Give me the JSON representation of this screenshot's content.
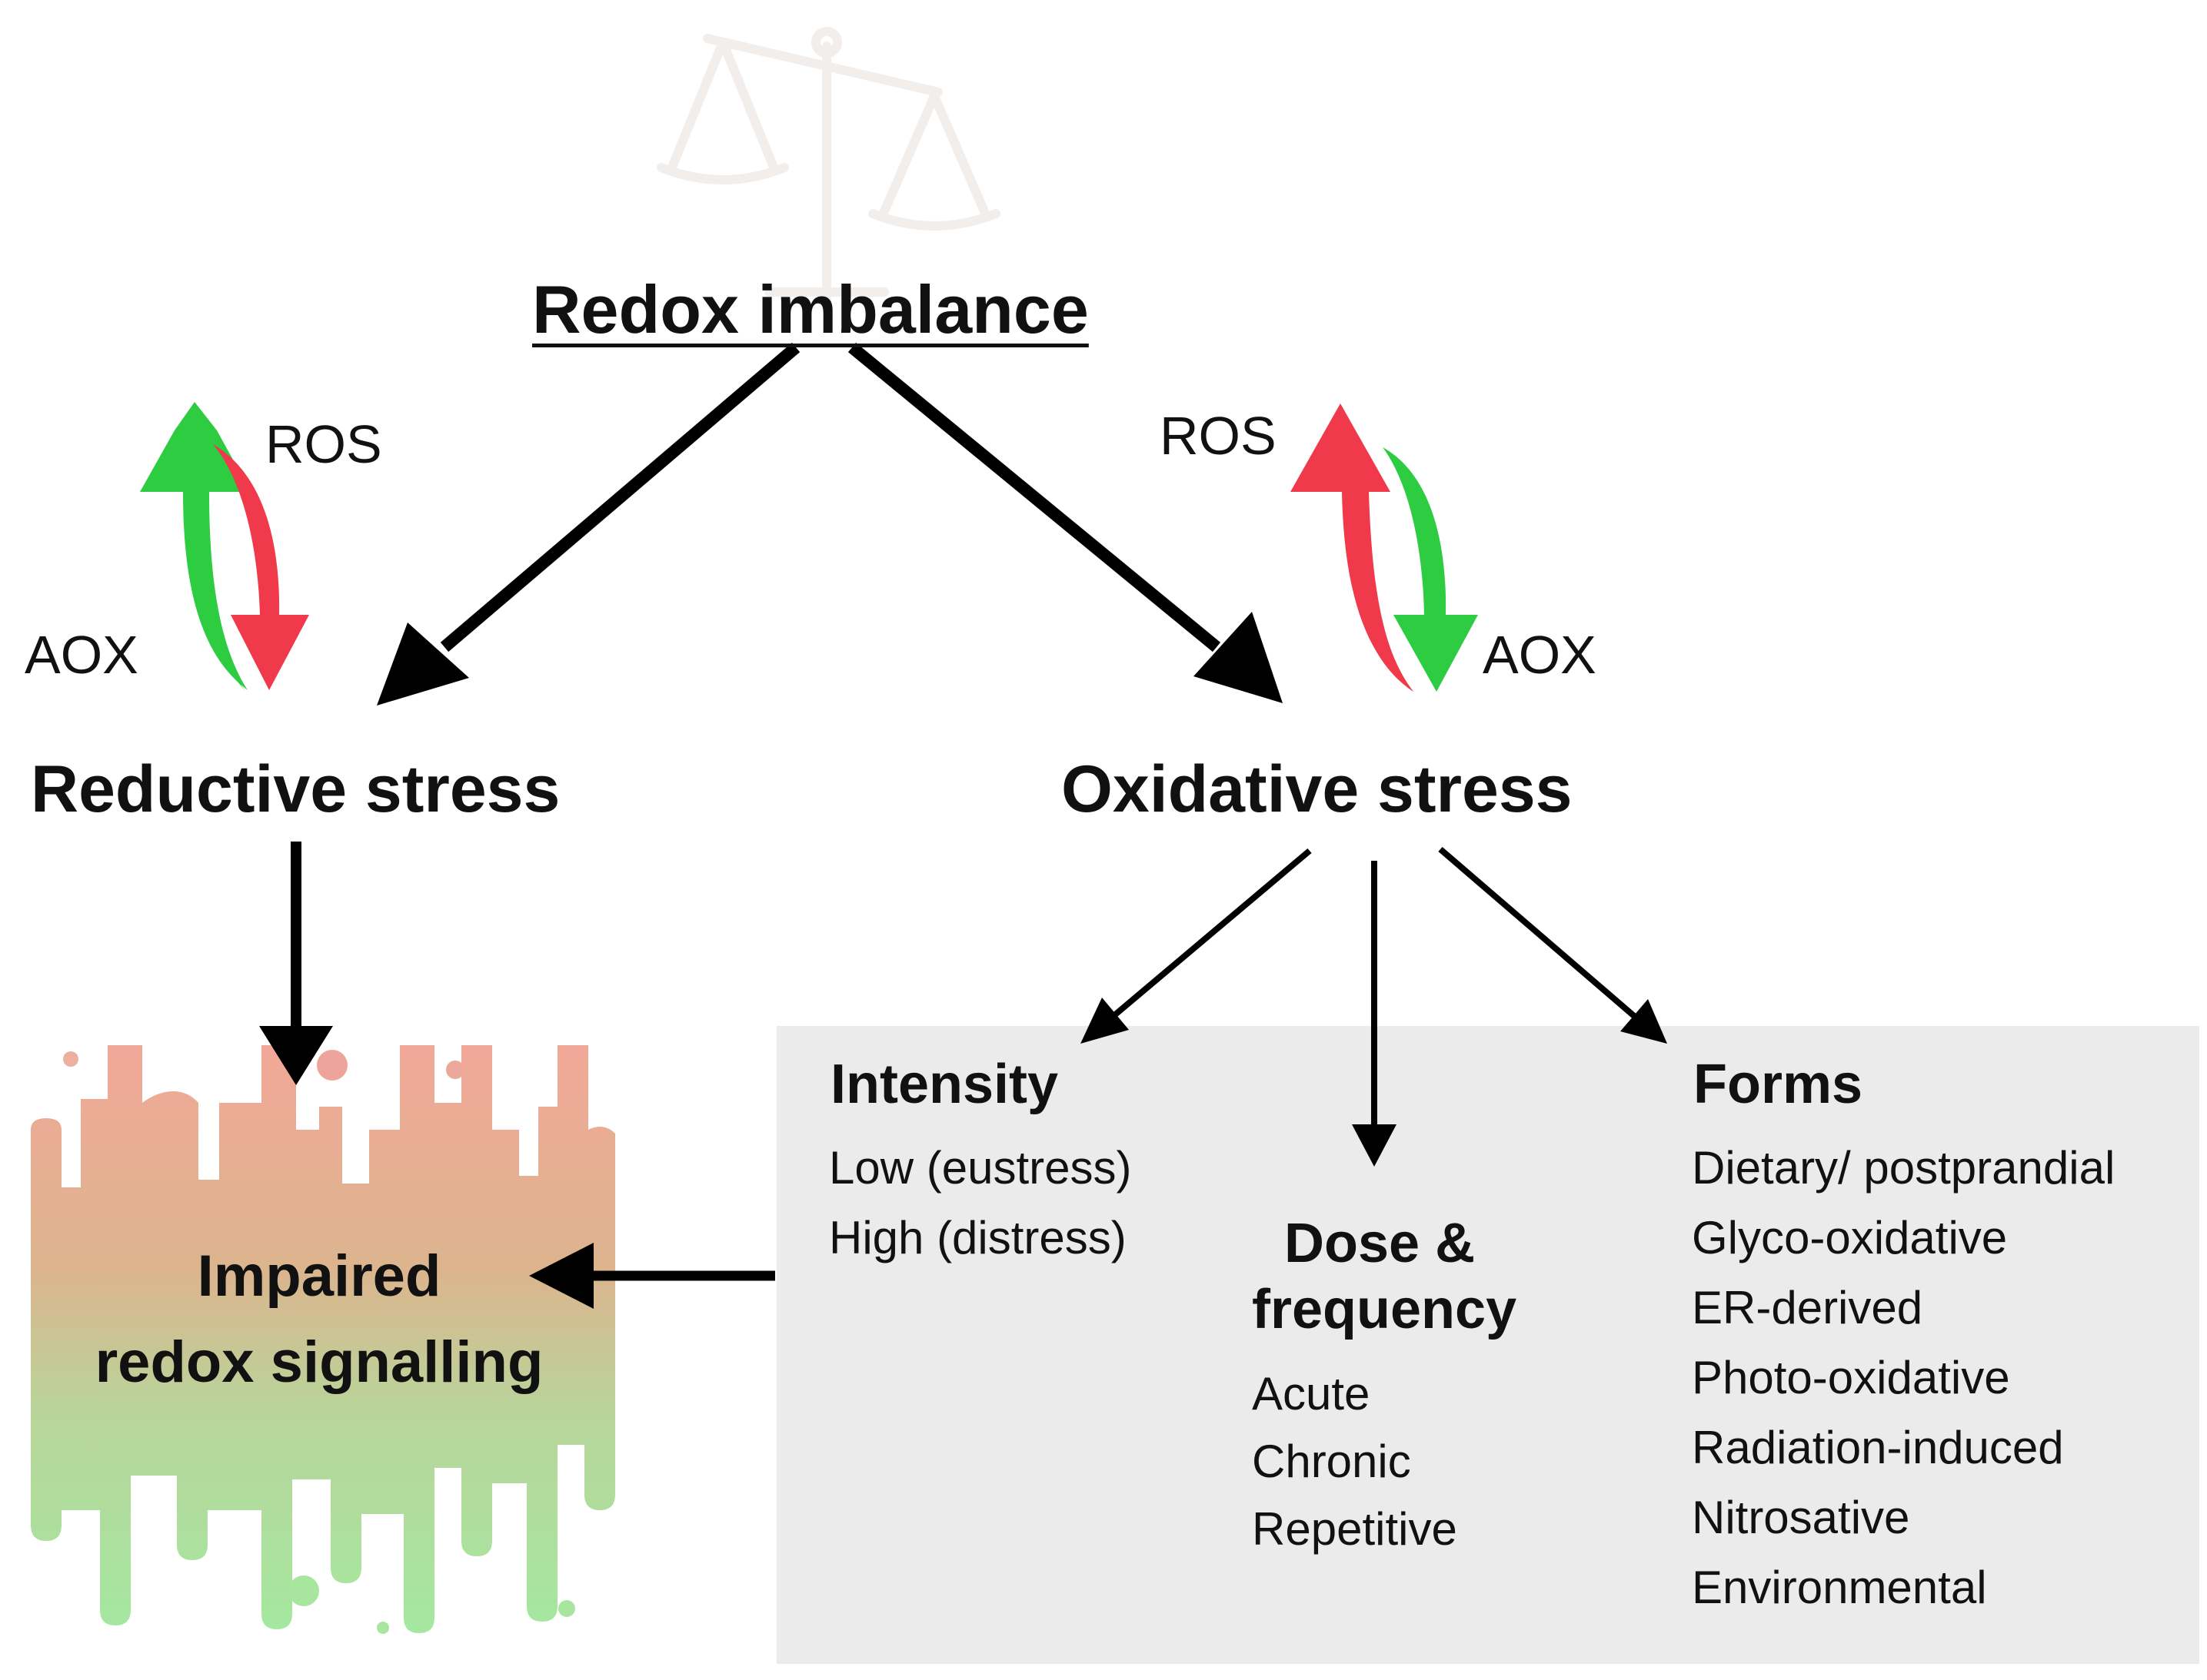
{
  "title": "Redox imbalance",
  "left_labels": {
    "ros": "ROS",
    "aox": "AOX"
  },
  "right_labels": {
    "ros": "ROS",
    "aox": "AOX"
  },
  "reductive_stress": "Reductive stress",
  "oxidative_stress": "Oxidative stress",
  "impaired": {
    "line1": "Impaired",
    "line2": "redox signalling"
  },
  "intensity": {
    "heading": "Intensity",
    "items": [
      "Low (eustress)",
      "High (distress)"
    ]
  },
  "dose_frequency": {
    "heading_line1": "Dose &",
    "heading_line2": "frequency",
    "items": [
      "Acute",
      "Chronic",
      "Repetitive"
    ]
  },
  "forms": {
    "heading": "Forms",
    "items": [
      "Dietary/ postprandial",
      "Glyco-oxidative",
      "ER-derived",
      "Photo-oxidative",
      "Radiation-induced",
      "Nitrosative",
      "Environmental"
    ]
  },
  "colors": {
    "green": "#2ecc40",
    "red": "#f0394a",
    "panel": "#ebebeb",
    "scale": "#f1eeec",
    "drip_top": "#f2a898",
    "drip_bottom": "#a4e8a0"
  }
}
